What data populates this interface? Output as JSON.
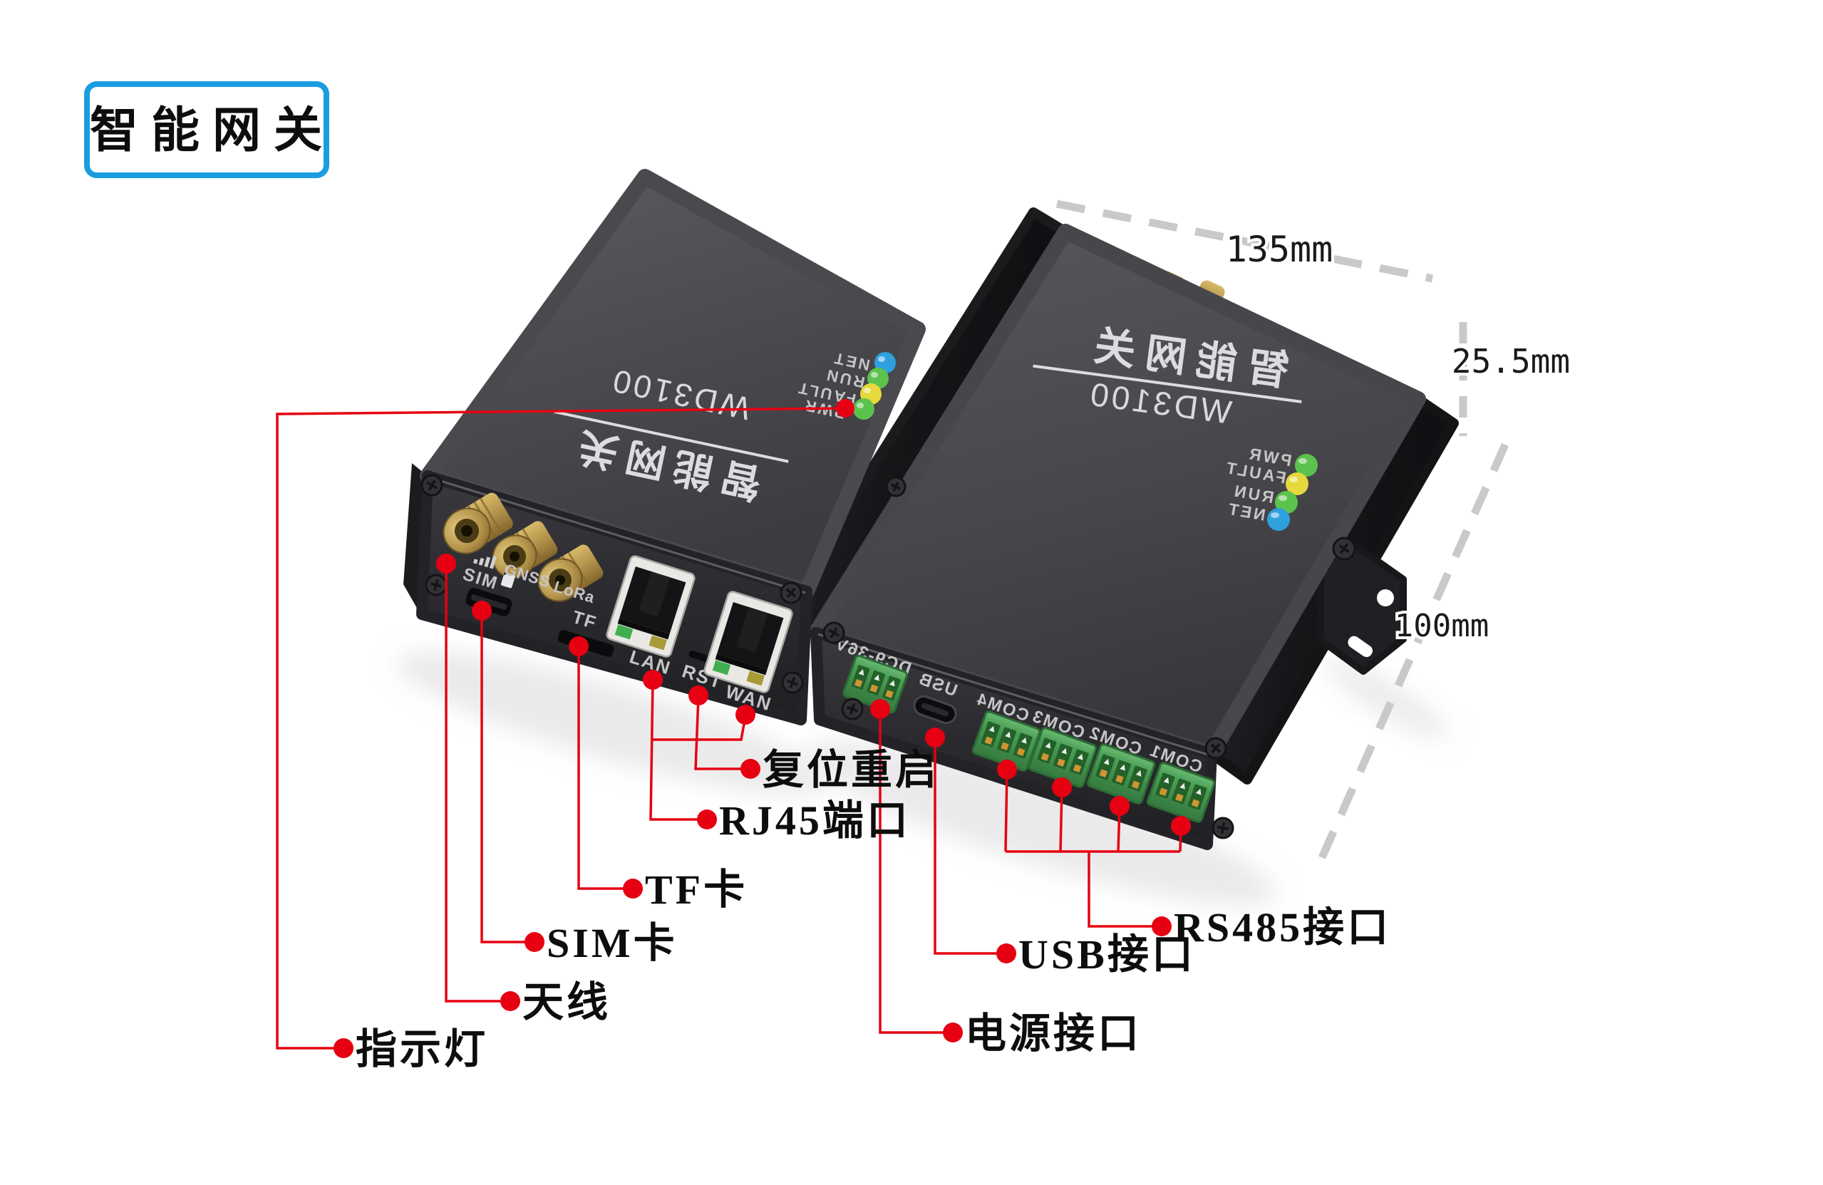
{
  "title": "智能网关",
  "colors": {
    "accent_red": "#e60012",
    "title_border": "#1b9ce0",
    "dash_gray": "#c9c9c9",
    "led_green": "#5cc24e",
    "led_yellow": "#e6d93b",
    "led_blue": "#2da0dd"
  },
  "device_left": {
    "brand": "智能网关",
    "model": "WD3100",
    "leds": [
      {
        "label": "NET",
        "color": "#2da0dd"
      },
      {
        "label": "RUN",
        "color": "#5cc24e"
      },
      {
        "label": "FAULT",
        "color": "#e6d93b"
      },
      {
        "label": "PWR",
        "color": "#5cc24e"
      }
    ],
    "ports": {
      "gnss": "GNSS",
      "lora": "LoRa",
      "sim": "SIM",
      "tf": "TF",
      "lan": "LAN",
      "rst": "RST",
      "wan": "WAN"
    }
  },
  "device_right": {
    "brand": "智能网关",
    "model": "WD3100",
    "leds": [
      {
        "label": "PWR",
        "color": "#5cc24e"
      },
      {
        "label": "FAULT",
        "color": "#e6d93b"
      },
      {
        "label": "RUN",
        "color": "#5cc24e"
      },
      {
        "label": "NET",
        "color": "#2da0dd"
      }
    ],
    "ports": {
      "power": "DC9-36V",
      "usb": "USB",
      "com4": "COM4",
      "com3": "COM3",
      "com2": "COM2",
      "com1": "COM1"
    }
  },
  "callouts": {
    "indicator": "指示灯",
    "antenna": "天线",
    "sim": "SIM卡",
    "tf": "TF卡",
    "rj45": "RJ45端口",
    "reset": "复位重启",
    "power": "电源接口",
    "usb": "USB接口",
    "rs485": "RS485接口"
  },
  "dimensions": {
    "width": "135mm",
    "height": "25.5mm",
    "depth": "100mm"
  }
}
